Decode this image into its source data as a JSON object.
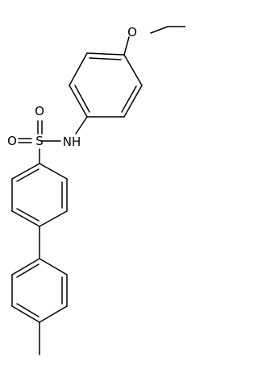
{
  "atoms": {
    "oxygen_ether": "O",
    "oxygen_sulfonyl_1": "O",
    "oxygen_sulfonyl_2": "O",
    "sulfur": "S",
    "amine": "NH"
  },
  "colors": {
    "bond": "#000000",
    "background": "#ffffff"
  }
}
